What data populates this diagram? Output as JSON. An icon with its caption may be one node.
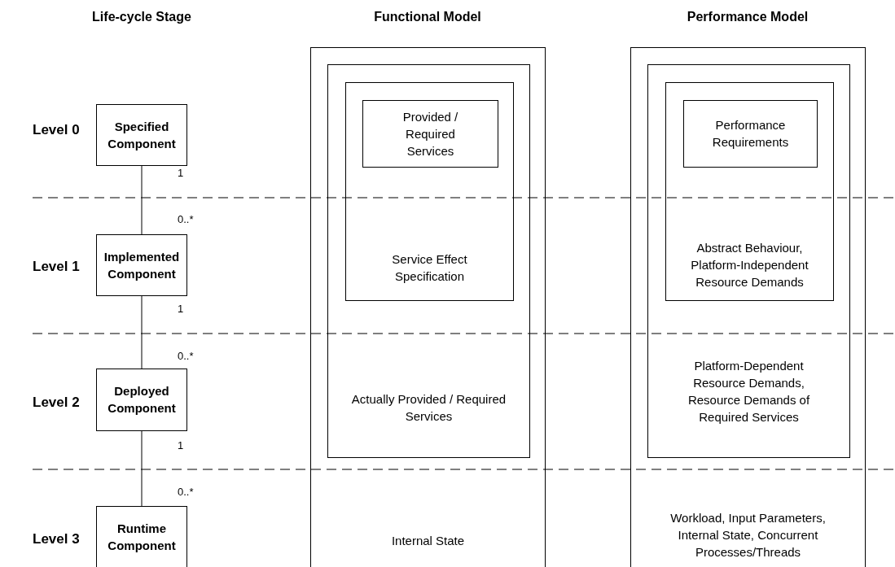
{
  "diagram": {
    "nodes": [
      {
        "text": [
          "Specified Component"
        ]
      },
      {
        "text": [
          "Implemented Component"
        ]
      },
      {
        "text": [
          "Deployed Component"
        ]
      },
      {
        "text": [
          "Runtime Component"
        ]
      },
      {
        "text": [
          "Internal State"
        ]
      },
      {
        "text": [
          "Actually Provided / Required Services"
        ],
        "in": 4
      },
      {
        "text": [
          "Service Effect Specification"
        ],
        "in": 5
      },
      {
        "text": [
          "Provided / Required Services"
        ],
        "in": 6
      },
      {
        "text": [
          "Workload, Input Parameters, Internal State, Concurrent Processes/Threads"
        ]
      },
      {
        "text": [
          "Platform-Dependent Resource Demands, Resource Demands of Required Services"
        ],
        "in": 8
      },
      {
        "text": [
          "Abstract Behaviour, Platform-Independent Resource Demands"
        ],
        "in": 9
      },
      {
        "text": [
          "Performance Requirements"
        ],
        "in": 10
      }
    ],
    "edges": [
      {
        "from": 0,
        "to": 1,
        "arrow": "none"
      },
      {
        "from": 1,
        "to": 2,
        "arrow": "none"
      },
      {
        "from": 2,
        "to": 3,
        "arrow": "none"
      }
    ],
    "labels": [
      "Life-cycle Stage",
      "Functional Model",
      "Performance Model",
      "Level 0",
      "1",
      "0..*",
      "Level 1",
      "1",
      "0..*",
      "Level 2",
      "1",
      "0..*",
      "Level 3"
    ]
  }
}
